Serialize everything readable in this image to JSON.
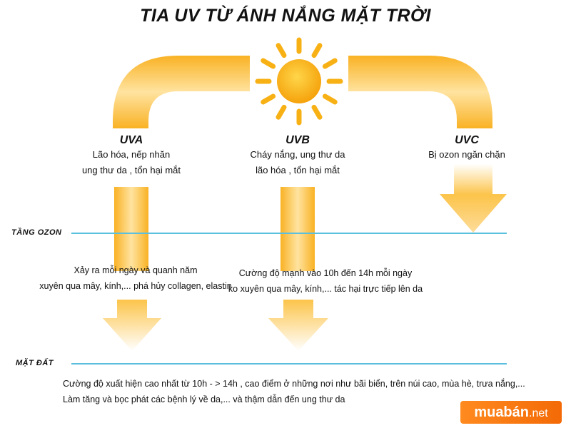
{
  "title": "TIA UV TỪ ÁNH NẮNG MẶT TRỜI",
  "colors": {
    "pipe_outer": "#f9b224",
    "pipe_inner": "#ffd98a",
    "sun": "#f8b115",
    "arrow_top": "#fcc44a",
    "arrow_bottom": "#ffffff",
    "layer_line": "#5bc0de",
    "logo": "#f36f0a"
  },
  "rays": [
    {
      "name": "UVA",
      "effects": [
        "Lão hóa, nếp nhăn",
        "ung thư da , tổn hại mắt"
      ]
    },
    {
      "name": "UVB",
      "effects": [
        "Cháy nắng, ung thư da",
        "lão hóa , tổn hại mắt"
      ]
    },
    {
      "name": "UVC",
      "effects": [
        "Bị ozon ngăn chặn"
      ]
    }
  ],
  "layers": {
    "ozone": "TẦNG OZON",
    "ground": "MẶT ĐẤT"
  },
  "notes": {
    "uva": [
      "Xảy ra mỗi ngày và quanh năm",
      "xuyên qua mây, kính,... phá hủy collagen, elastin"
    ],
    "uvb": [
      "Cường độ mạnh vào 10h đến 14h mỗi ngày",
      "ko xuyên qua mây, kính,... tác hại trực tiếp lên da"
    ]
  },
  "bottom_text": [
    "Cường độ xuất hiện cao nhất từ 10h - > 14h ,  cao điểm ở những nơi như bãi biển, trên núi cao, mùa hè, trưa nắng,...",
    "Làm tăng và bọc phát các bệnh lý về da,... và thậm dẫn đến ung thư da"
  ],
  "logo": {
    "main": "muabán",
    "suffix": ".net"
  },
  "icons": {
    "sun": "sun-icon"
  }
}
